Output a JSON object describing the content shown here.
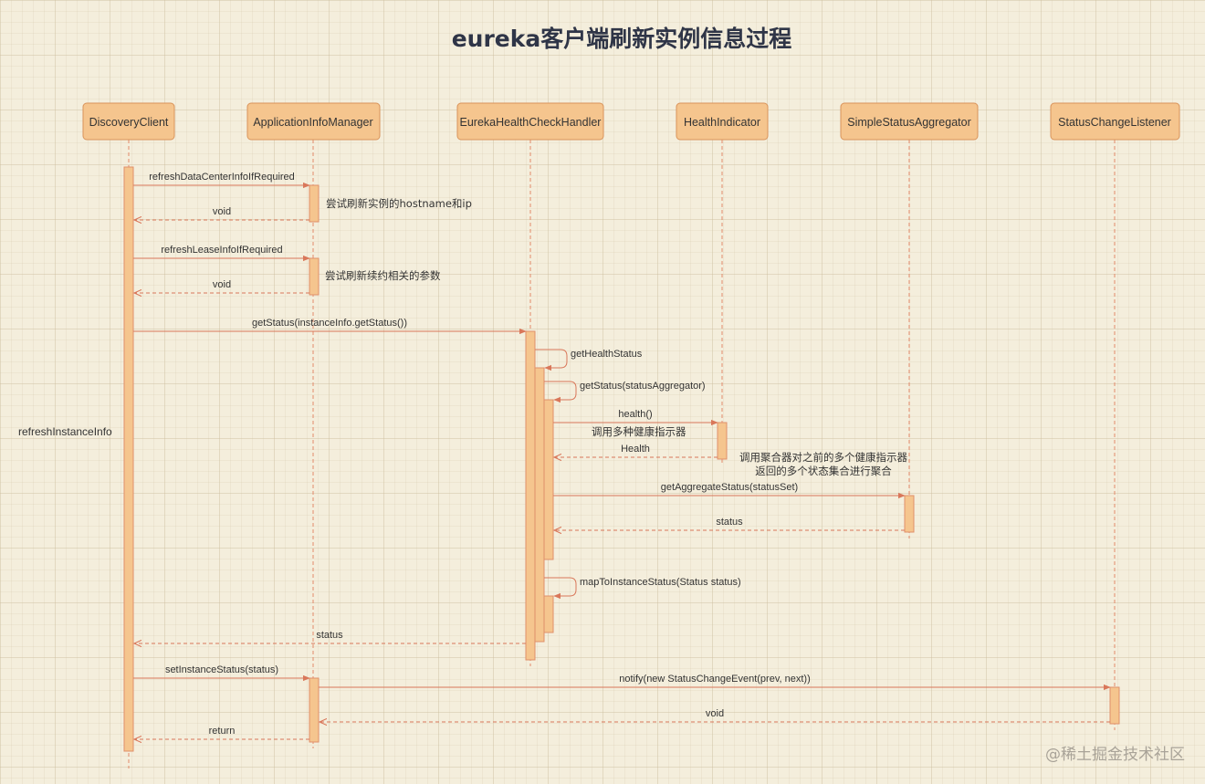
{
  "title": "eureka客户端刷新实例信息过程",
  "side_label": "refreshInstanceInfo",
  "watermark": "@稀土掘金技术社区",
  "participants": [
    {
      "id": "dc",
      "name": "DiscoveryClient"
    },
    {
      "id": "aim",
      "name": "ApplicationInfoManager"
    },
    {
      "id": "ehc",
      "name": "EurekaHealthCheckHandler"
    },
    {
      "id": "hi",
      "name": "HealthIndicator"
    },
    {
      "id": "ssa",
      "name": "SimpleStatusAggregator"
    },
    {
      "id": "scl",
      "name": "StatusChangeListener"
    }
  ],
  "messages": [
    {
      "from": "dc",
      "to": "aim",
      "label": "refreshDataCenterInfoIfRequired",
      "type": "call"
    },
    {
      "from": "aim",
      "to": "dc",
      "label": "void",
      "type": "return"
    },
    {
      "from": "dc",
      "to": "aim",
      "label": "refreshLeaseInfoIfRequired",
      "type": "call"
    },
    {
      "from": "aim",
      "to": "dc",
      "label": "void",
      "type": "return"
    },
    {
      "from": "dc",
      "to": "ehc",
      "label": "getStatus(instanceInfo.getStatus())",
      "type": "call"
    },
    {
      "from": "ehc",
      "to": "ehc",
      "label": "getHealthStatus",
      "type": "self"
    },
    {
      "from": "ehc",
      "to": "ehc",
      "label": "getStatus(statusAggregator)",
      "type": "self"
    },
    {
      "from": "ehc",
      "to": "hi",
      "label": "health()",
      "type": "call"
    },
    {
      "from": "hi",
      "to": "ehc",
      "label": "Health",
      "type": "return"
    },
    {
      "from": "ehc",
      "to": "ssa",
      "label": "getAggregateStatus(statusSet)",
      "type": "call"
    },
    {
      "from": "ssa",
      "to": "ehc",
      "label": "status",
      "type": "return"
    },
    {
      "from": "ehc",
      "to": "ehc",
      "label": "mapToInstanceStatus(Status status)",
      "type": "self"
    },
    {
      "from": "ehc",
      "to": "dc",
      "label": "status",
      "type": "return"
    },
    {
      "from": "dc",
      "to": "aim",
      "label": "setInstanceStatus(status)",
      "type": "call"
    },
    {
      "from": "aim",
      "to": "scl",
      "label": "notify(new StatusChangeEvent(prev, next))",
      "type": "call"
    },
    {
      "from": "scl",
      "to": "aim",
      "label": "void",
      "type": "return"
    },
    {
      "from": "aim",
      "to": "dc",
      "label": "return",
      "type": "return"
    }
  ],
  "notes": [
    {
      "id": "note1",
      "lines": [
        "尝试刷新实例的hostname和ip"
      ]
    },
    {
      "id": "note2",
      "lines": [
        "尝试刷新续约相关的参数"
      ]
    },
    {
      "id": "note3",
      "lines": [
        "调用多种健康指示器"
      ]
    },
    {
      "id": "note4",
      "lines": [
        "调用聚合器对之前的多个健康指示器",
        "返回的多个状态集合进行聚合"
      ]
    }
  ],
  "colors": {
    "actor_fill": "#f5c58e",
    "actor_stroke": "#d9935a",
    "line": "#d9775a",
    "title": "#2f3547",
    "background": "#f4eedc"
  }
}
